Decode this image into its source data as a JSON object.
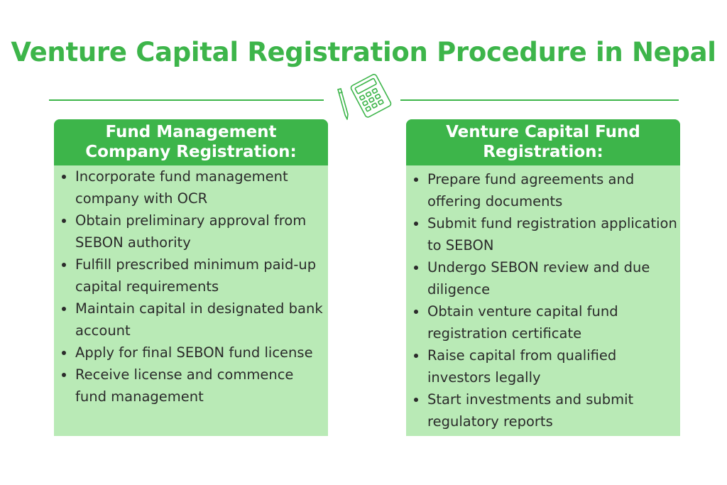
{
  "title": "Venture Capital Registration Procedure in Nepal",
  "colors": {
    "accent": "#3db54a",
    "card_body": "#b9eab6",
    "text": "#2b2b2b"
  },
  "decoration_icon": "calculator-and-pen-icon",
  "cards": [
    {
      "heading": [
        "Fund Management",
        "Company Registration:"
      ],
      "items": [
        "Incorporate fund management company with OCR",
        "Obtain preliminary approval from SEBON authority",
        "Fulfill prescribed minimum paid-up capital requirements",
        "Maintain capital in designated bank account",
        "Apply for final SEBON fund license",
        "Receive license and commence fund management"
      ]
    },
    {
      "heading": [
        "Venture Capital Fund",
        "Registration:"
      ],
      "items": [
        "Prepare fund agreements and offering documents",
        "Submit fund registration application to SEBON",
        "Undergo SEBON review and due diligence",
        "Obtain venture capital fund registration certificate",
        "Raise capital from qualified investors legally",
        "Start investments and submit regulatory reports"
      ]
    }
  ]
}
